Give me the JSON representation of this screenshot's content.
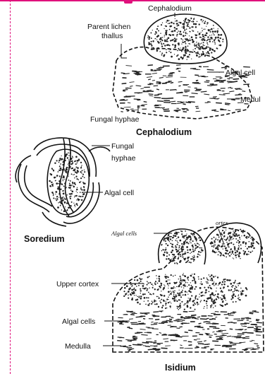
{
  "colors": {
    "accent": "#e0117c",
    "ink": "#111111",
    "stipple": "#222222"
  },
  "cephalodium": {
    "caption": "Cephalodium",
    "labels": {
      "top": "Cephalodium",
      "parent_line1": "Parent lichen",
      "parent_line2": "thallus",
      "algal": "Algal cell",
      "medulla": "Medul",
      "fungal": "Fungal hyphae"
    }
  },
  "soredium": {
    "caption": "Soredium",
    "labels": {
      "fungal_line1": "Fungal",
      "fungal_line2": "hyphae",
      "algal": "Algal cell"
    }
  },
  "isidium": {
    "caption": "Isidium",
    "labels": {
      "algal_cells_top": "Algal cells",
      "cortex_small": "ortex",
      "upper_cortex": "Upper cortex",
      "algal_cells": "Algal cells",
      "medulla": "Medulla"
    }
  }
}
